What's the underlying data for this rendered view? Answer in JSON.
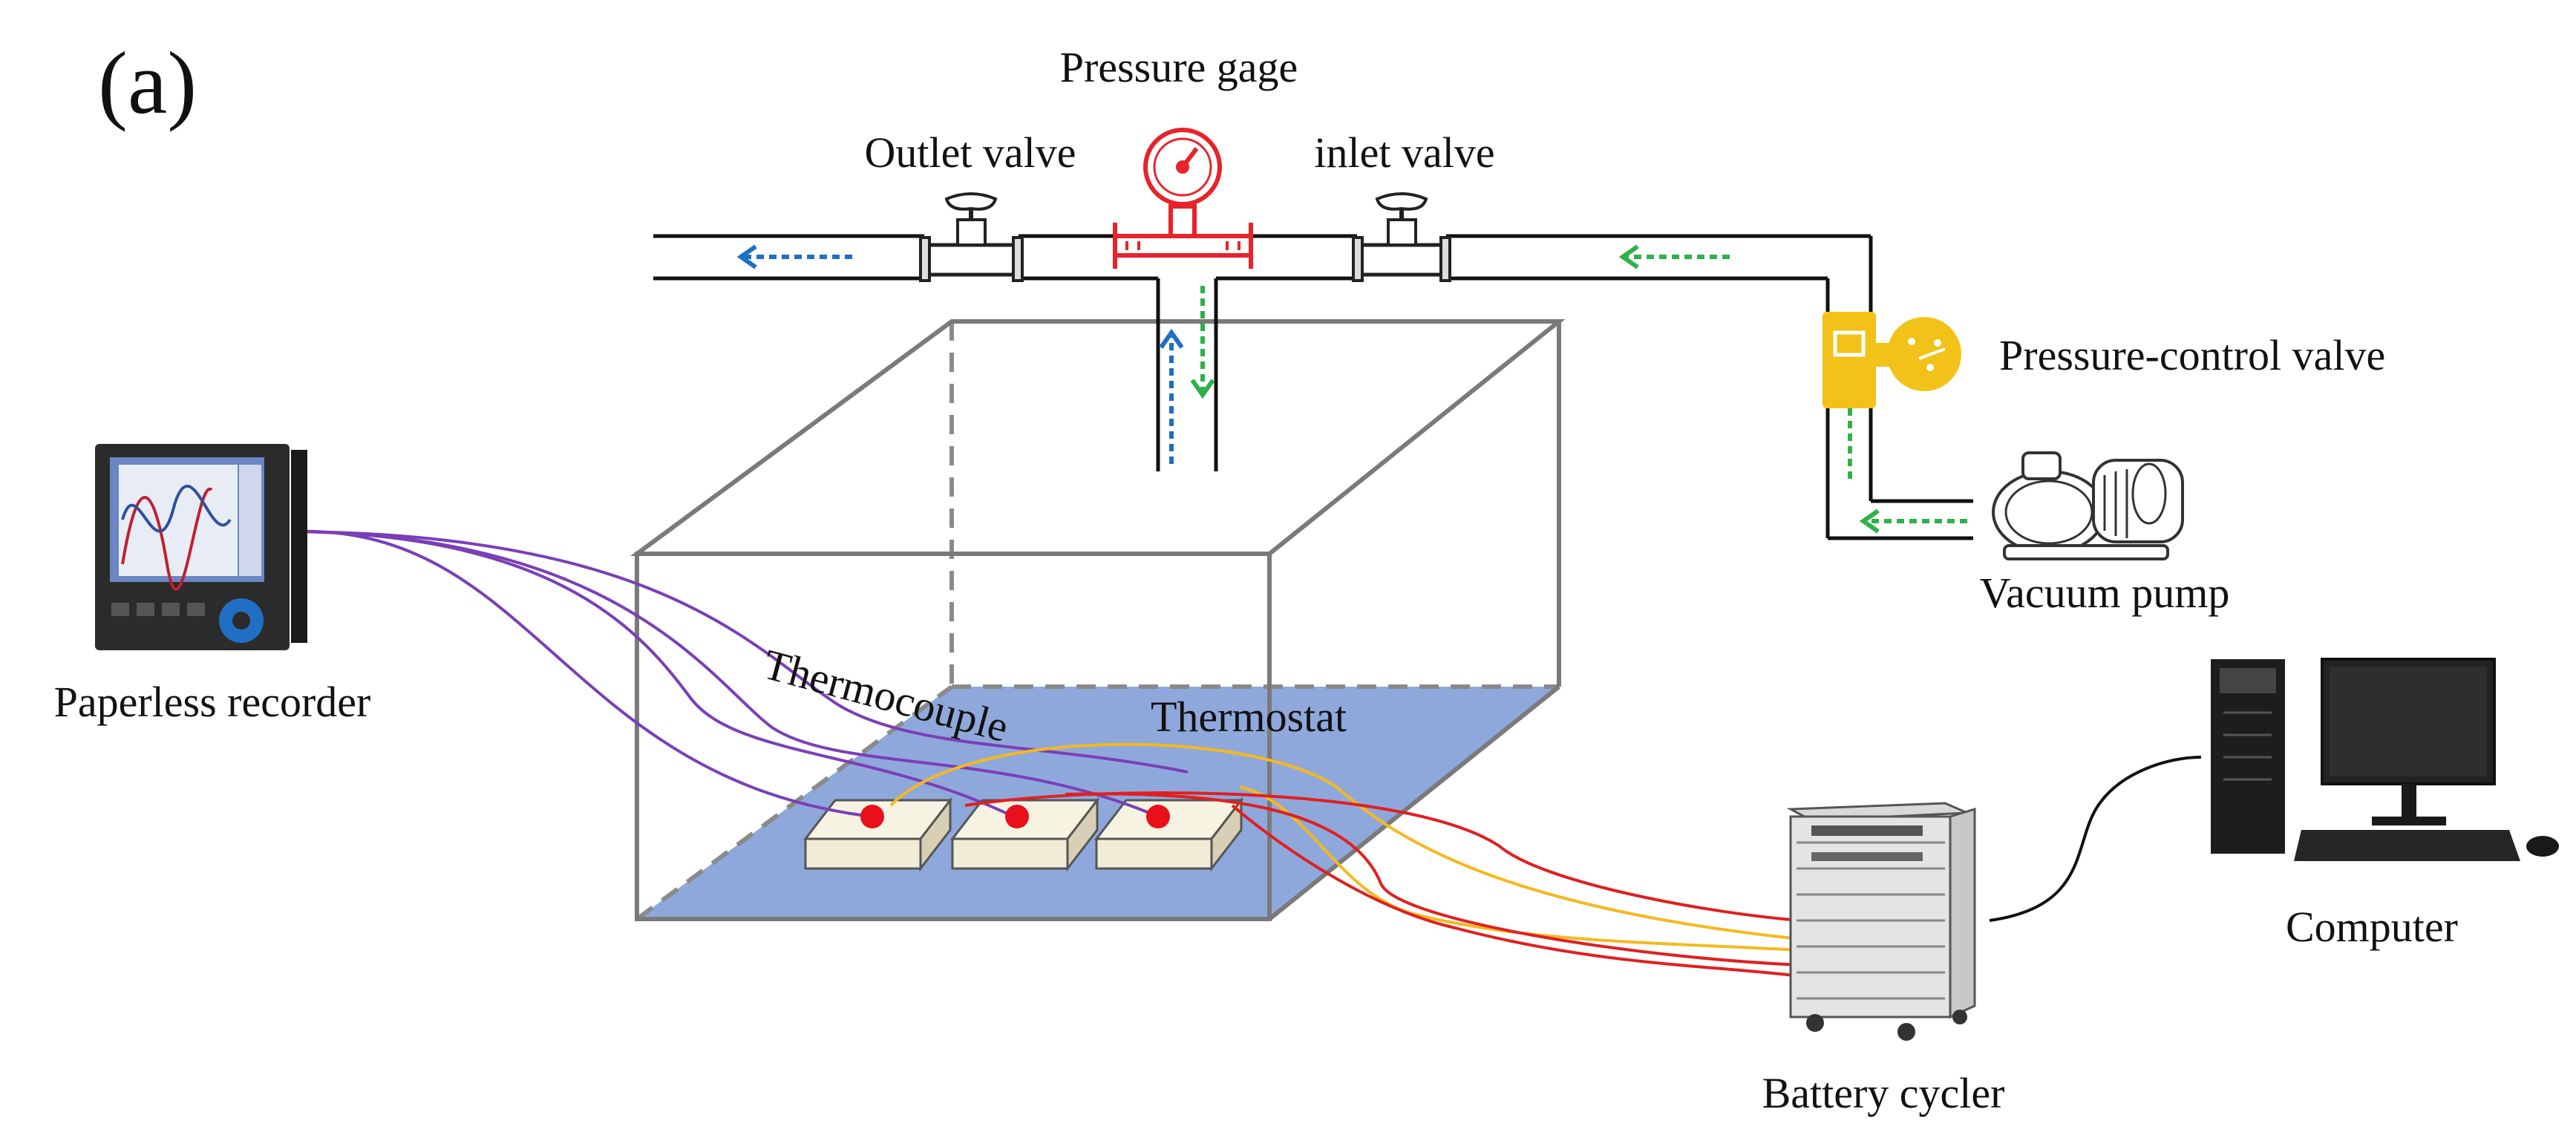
{
  "panel_label": "(a)",
  "labels": {
    "pressure_gage": "Pressure gage",
    "outlet_valve": "Outlet valve",
    "inlet_valve": "inlet valve",
    "pressure_control_valve": "Pressure-control valve",
    "vacuum_pump": "Vacuum pump",
    "paperless_recorder": "Paperless recorder",
    "thermocouple": "Thermocouple",
    "thermostat": "Thermostat",
    "computer": "Computer",
    "battery_cycler": "Battery cycler"
  },
  "colors": {
    "pipe": "#111111",
    "chamber_edge": "#7a7a7a",
    "thermostat_floor": "#8fa8dc",
    "gauge_red": "#e8232a",
    "control_valve_yellow": "#f2c218",
    "flow_blue": "#1f6fc4",
    "flow_green": "#2fb14a",
    "thermocouple_wire": "#7a3fb8",
    "power_wire_red": "#e02020",
    "power_wire_yellow": "#f5b820",
    "sensor_dot": "#e8101a",
    "cell_face": "#f1ecd6"
  },
  "icons": [
    "gauge-icon",
    "valve-icon",
    "pump-icon",
    "recorder-icon",
    "computer-icon",
    "cycler-icon"
  ]
}
